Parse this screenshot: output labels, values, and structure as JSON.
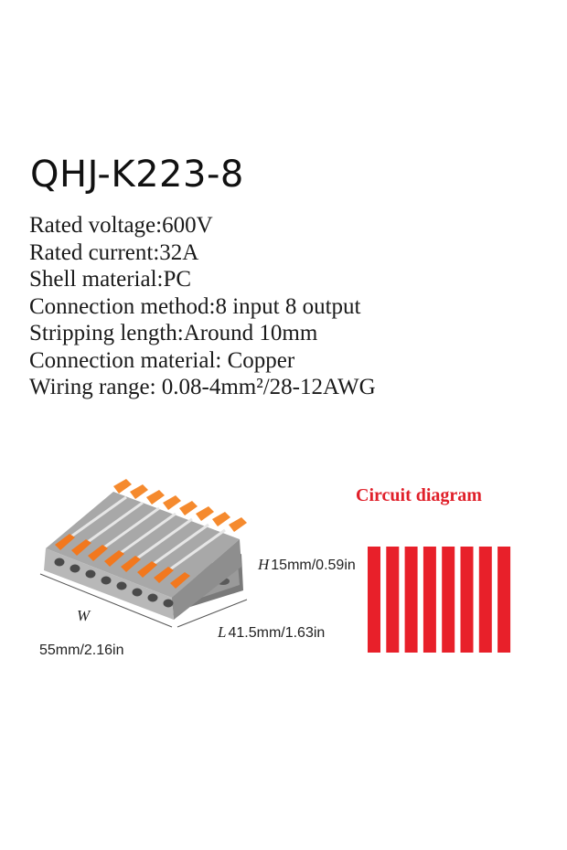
{
  "product": {
    "title": "QHJ-K223-8",
    "specs": [
      "Rated voltage:600V",
      "Rated current:32A",
      "Shell material:PC",
      "Connection method:8 input 8 output",
      "Stripping length:Around 10mm",
      "Connection material: Copper",
      "Wiring range: 0.08-4mm²/28-12AWG"
    ]
  },
  "dimensions": {
    "height_axis": "H",
    "height_value": "15mm/0.59in",
    "width_axis": "W",
    "width_value": "55mm/2.16in",
    "length_axis": "L",
    "length_value": "41.5mm/1.63in"
  },
  "circuit": {
    "title": "Circuit diagram",
    "line_count": 8,
    "color": "#e8202a"
  },
  "colors": {
    "housing": "#9c9c9c",
    "lever": "#f2781e"
  }
}
